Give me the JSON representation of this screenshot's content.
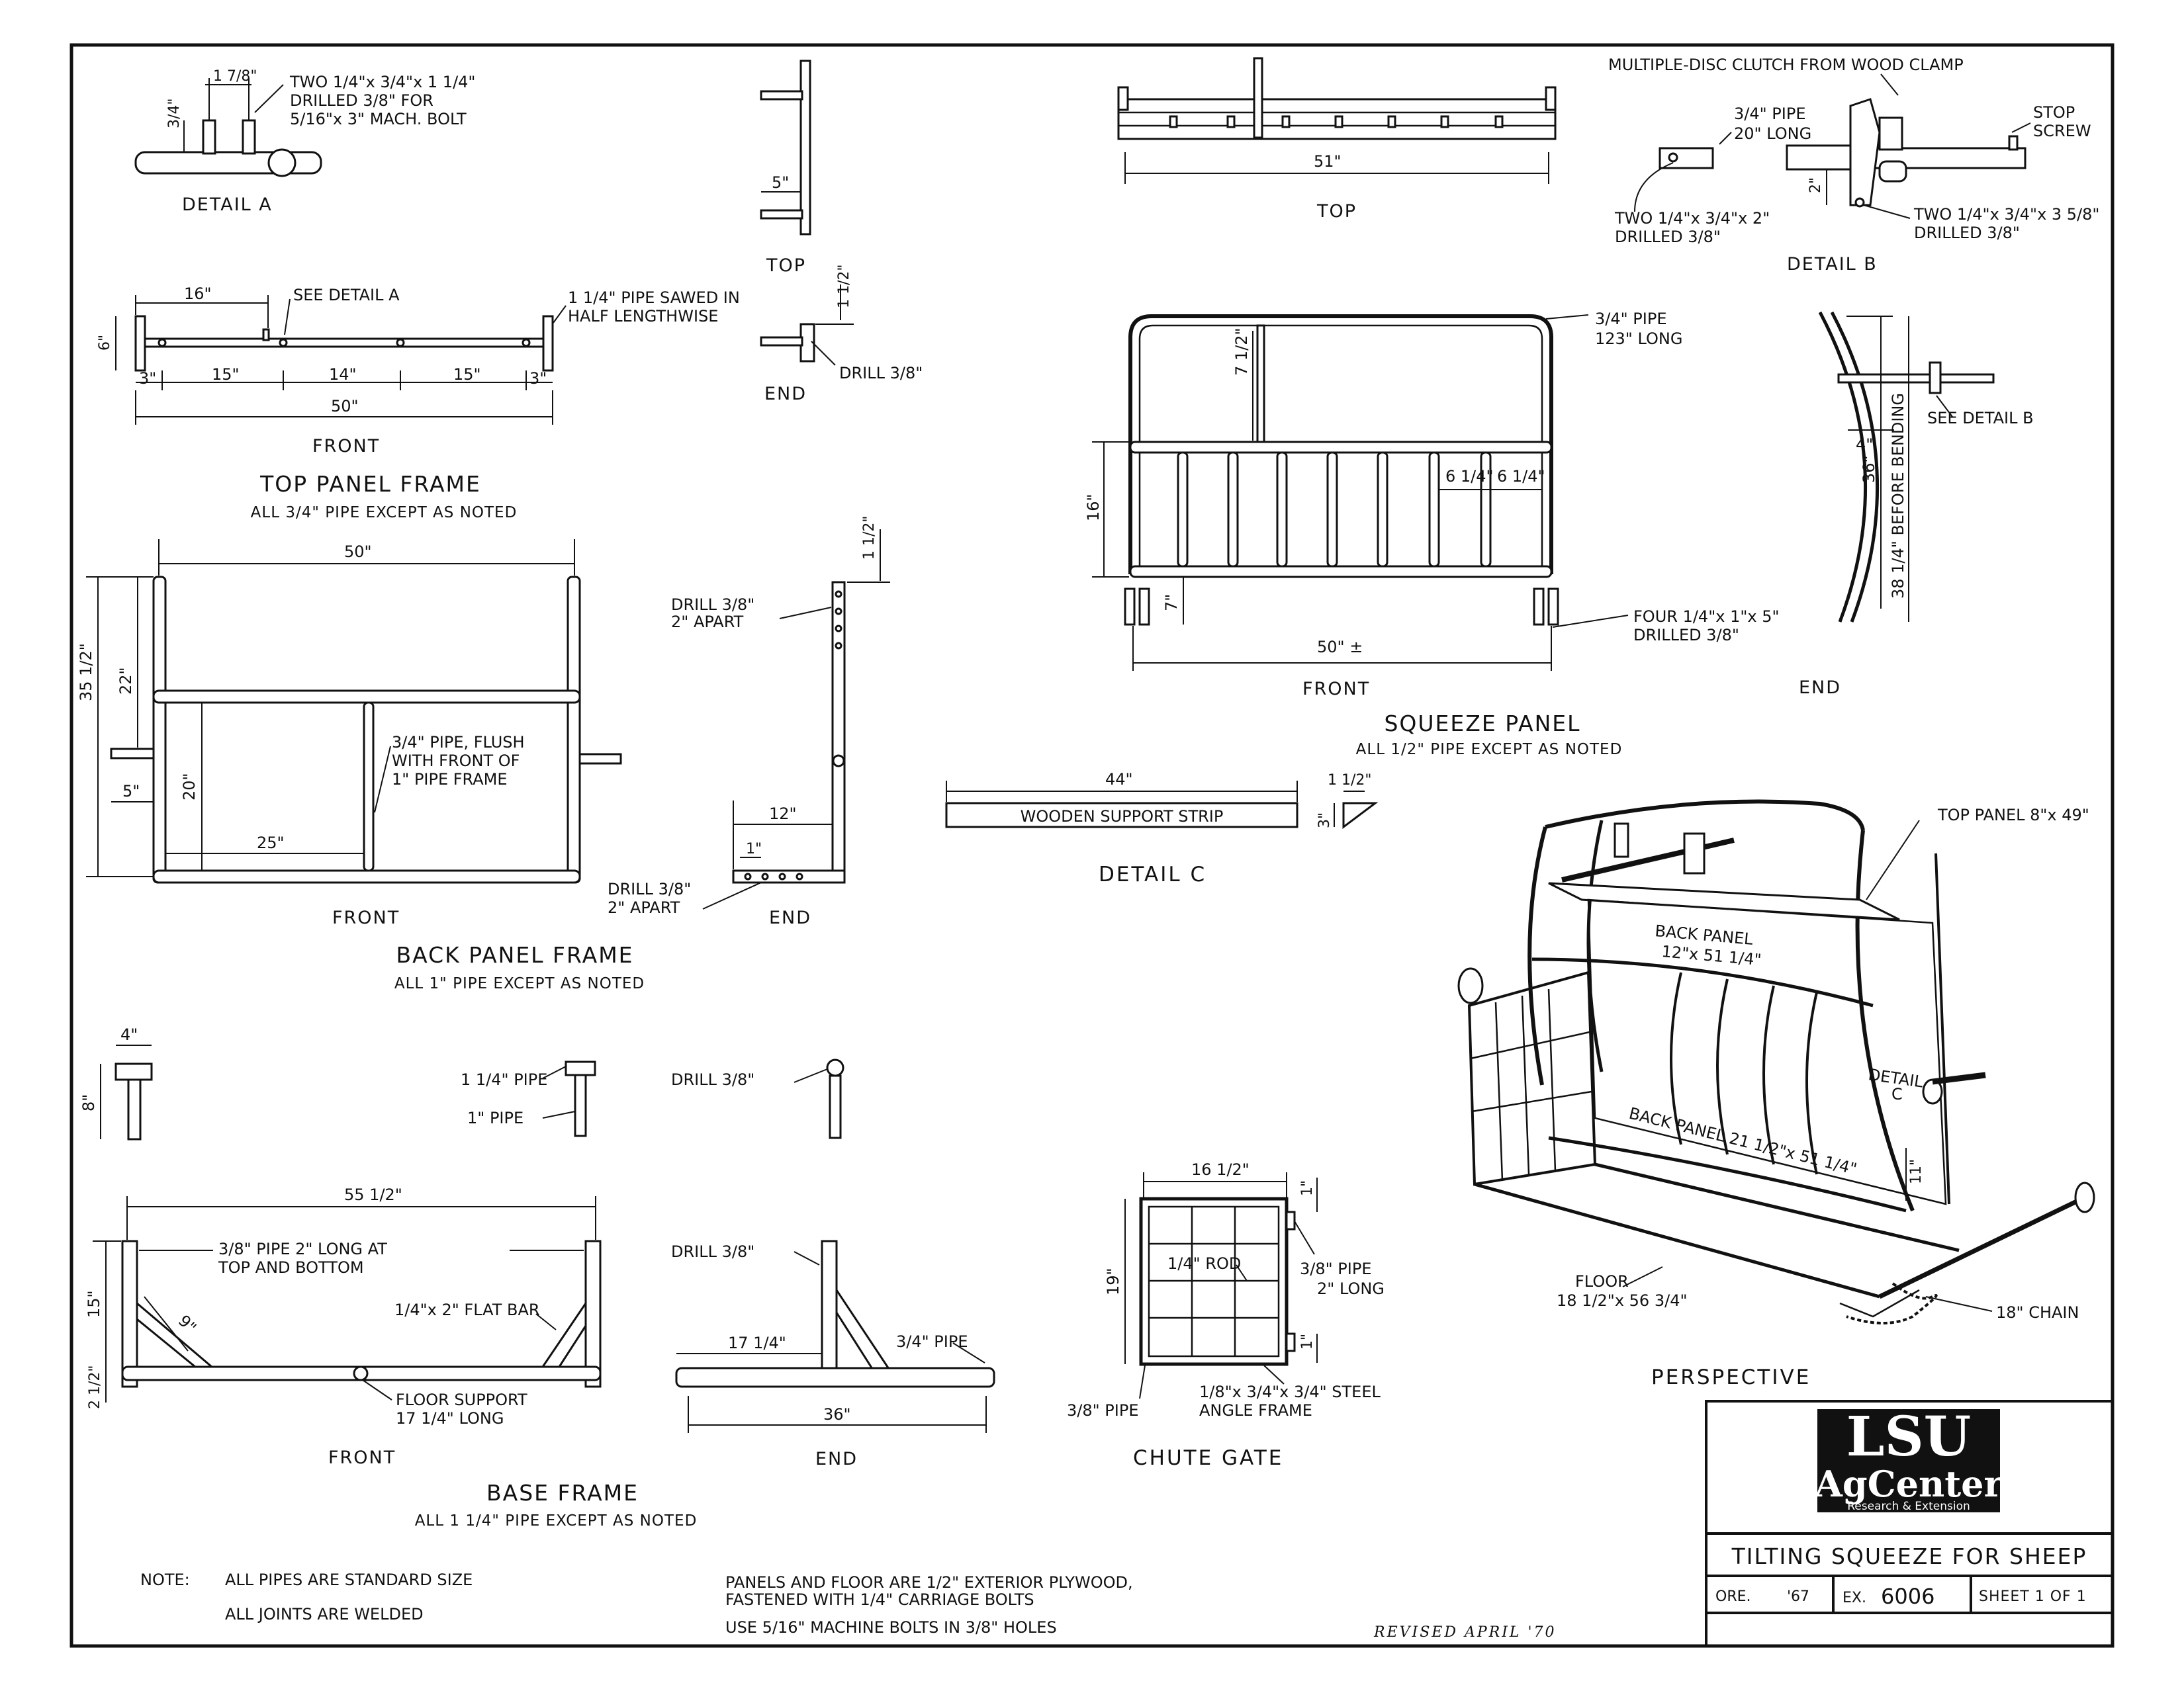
{
  "detail_a": {
    "title": "DETAIL A",
    "dim_spacing": "1 7/8\"",
    "dim_height": "3/4\"",
    "note_1": "TWO 1/4\"x 3/4\"x 1 1/4\"",
    "note_2": "DRILLED 3/8\" FOR",
    "note_3": "5/16\"x 3\" MACH. BOLT"
  },
  "top_panel_frame": {
    "title": "TOP PANEL FRAME",
    "subtitle": "ALL 3/4\" PIPE EXCEPT AS NOTED",
    "front_label": "FRONT",
    "top_label": "TOP",
    "end_label": "END",
    "dim_16": "16\"",
    "see_detail": "SEE DETAIL A",
    "pipe_note_1": "1 1/4\" PIPE SAWED IN",
    "pipe_note_2": "HALF LENGTHWISE",
    "dim_6": "6\"",
    "dim_3a": "3\"",
    "dim_15a": "15\"",
    "dim_14": "14\"",
    "dim_15b": "15\"",
    "dim_3b": "3\"",
    "dim_50": "50\"",
    "dim_5": "5\"",
    "dim_1half": "1 1/2\"",
    "drill": "DRILL 3/8\""
  },
  "back_panel_frame": {
    "title": "BACK PANEL FRAME",
    "subtitle": "ALL 1\" PIPE EXCEPT AS NOTED",
    "front_label": "FRONT",
    "end_label": "END",
    "dim_50": "50\"",
    "dim_35half": "35 1/2\"",
    "dim_22": "22\"",
    "dim_20": "20\"",
    "dim_25": "25\"",
    "dim_5": "5\"",
    "pipe_note_1": "3/4\" PIPE, FLUSH",
    "pipe_note_2": "WITH FRONT OF",
    "pipe_note_3": "1\" PIPE FRAME",
    "drill_top_1": "DRILL 3/8\"",
    "drill_top_2": "2\" APART",
    "drill_bot_1": "DRILL 3/8\"",
    "drill_bot_2": "2\" APART",
    "dim_12": "12\"",
    "dim_1": "1\"",
    "dim_1half": "1 1/2\""
  },
  "squeeze_panel": {
    "title": "SQUEEZE PANEL",
    "subtitle": "ALL 1/2\" PIPE EXCEPT AS NOTED",
    "top_label": "TOP",
    "front_label": "FRONT",
    "end_label": "END",
    "dim_51": "51\"",
    "pipe_1": "3/4\" PIPE",
    "pipe_2": "123\" LONG",
    "dim_7half": "7 1/2\"",
    "dim_16": "16\"",
    "dim_6q_a": "6 1/4\"",
    "dim_6q_b": "6 1/4\"",
    "dim_7": "7\"",
    "dim_50pm": "50\" ±",
    "four_1": "FOUR 1/4\"x 1\"x 5\"",
    "four_2": "DRILLED 3/8\"",
    "dim_4": "4\"",
    "dim_36": "36\"",
    "dim_38": "38 1/4\" BEFORE BENDING",
    "see_detail_b": "SEE DETAIL B"
  },
  "detail_b": {
    "title": "DETAIL B",
    "clutch": "MULTIPLE-DISC CLUTCH FROM WOOD CLAMP",
    "pipe_1": "3/4\" PIPE",
    "pipe_2": "20\" LONG",
    "stop_1": "STOP",
    "stop_2": "SCREW",
    "dim_2": "2\"",
    "two_a1": "TWO 1/4\"x 3/4\"x 2\"",
    "two_a2": "DRILLED 3/8\"",
    "two_b1": "TWO 1/4\"x 3/4\"x 3 5/8\"",
    "two_b2": "DRILLED 3/8\""
  },
  "detail_c": {
    "title": "DETAIL C",
    "dim_44": "44\"",
    "dim_1half": "1 1/2\"",
    "dim_3": "3\"",
    "strip": "WOODEN SUPPORT STRIP"
  },
  "perspective": {
    "title": "PERSPECTIVE",
    "top_panel": "TOP PANEL 8\"x 49\"",
    "back_panel_1a": "BACK PANEL",
    "back_panel_1b": "12\"x 51 1/4\"",
    "back_panel_2": "BACK PANEL 21 1/2\"x 51 1/4\"",
    "detail_c": "DETAIL",
    "detail_c2": "C",
    "dim_11": "11\"",
    "floor_1": "FLOOR",
    "floor_2": "18 1/2\"x 56 3/4\"",
    "chain": "18\" CHAIN"
  },
  "base_frame": {
    "title": "BASE FRAME",
    "subtitle": "ALL 1 1/4\" PIPE EXCEPT AS NOTED",
    "front_label": "FRONT",
    "end_label": "END",
    "dim_4": "4\"",
    "dim_8": "8\"",
    "pipe_114": "1 1/4\" PIPE",
    "pipe_1": "1\" PIPE",
    "drill_a": "DRILL 3/8\"",
    "drill_b": "DRILL 3/8\"",
    "dim_55half": "55 1/2\"",
    "pipe38_1": "3/8\" PIPE 2\" LONG AT",
    "pipe38_2": "TOP AND BOTTOM",
    "dim_15": "15\"",
    "dim_9": "9\"",
    "flat_bar": "1/4\"x 2\" FLAT BAR",
    "dim_2half": "2 1/2\"",
    "support_1": "FLOOR SUPPORT",
    "support_2": "17 1/4\" LONG",
    "dim_17q": "17 1/4\"",
    "pipe_34": "3/4\" PIPE",
    "dim_36": "36\""
  },
  "chute_gate": {
    "title": "CHUTE  GATE",
    "dim_16half": "16 1/2\"",
    "dim_19": "19\"",
    "rod": "1/4\" ROD",
    "pipe38_1": "3/8\" PIPE",
    "pipe38_2": "2\" LONG",
    "dim_1a": "1\"",
    "dim_1b": "1\"",
    "pipe38_bot": "3/8\" PIPE",
    "angle_1": "1/8\"x 3/4\"x 3/4\" STEEL",
    "angle_2": "ANGLE FRAME"
  },
  "notes": {
    "note_label": "NOTE:",
    "note_1": "ALL PIPES ARE STANDARD SIZE",
    "note_2": "ALL JOINTS ARE WELDED",
    "panels_1": "PANELS AND FLOOR ARE 1/2\" EXTERIOR PLYWOOD,",
    "panels_2": "FASTENED WITH 1/4\" CARRIAGE BOLTS",
    "bolts": "USE 5/16\" MACHINE BOLTS IN 3/8\" HOLES",
    "revised": "REVISED APRIL '70"
  },
  "title_block": {
    "logo_top": "LSU",
    "logo_mid": "AgCenter",
    "logo_bottom": "Research & Extension",
    "title": "TILTING SQUEEZE FOR SHEEP",
    "orig": "ORE.",
    "year": "'67",
    "ex_label": "EX.",
    "ex_number": "6006",
    "sheet": "SHEET 1 OF 1"
  }
}
